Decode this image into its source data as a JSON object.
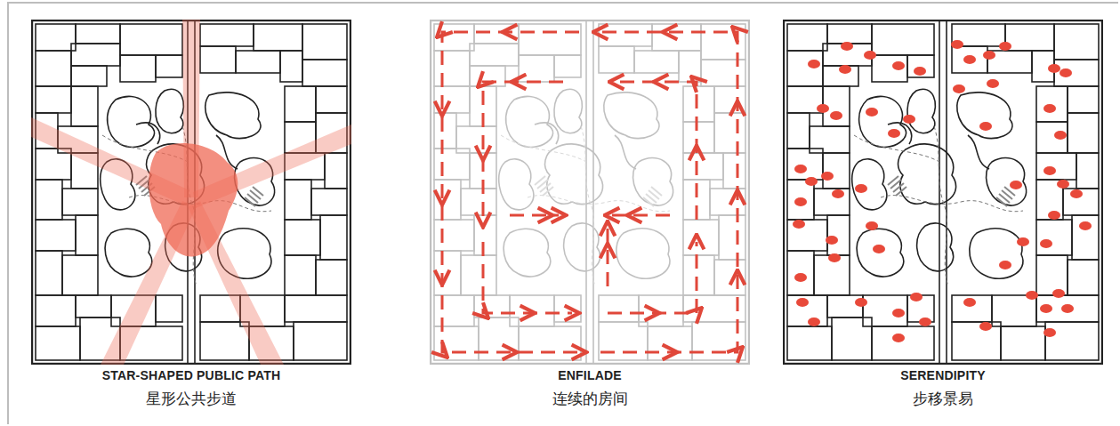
{
  "diagram": {
    "labels": [
      "STAR-SHAPED PUBLIC PATH",
      "星形公共步道",
      "ENFILADE",
      "连续的房间",
      "SERENDIPITY",
      "步移景易"
    ]
  }
}
